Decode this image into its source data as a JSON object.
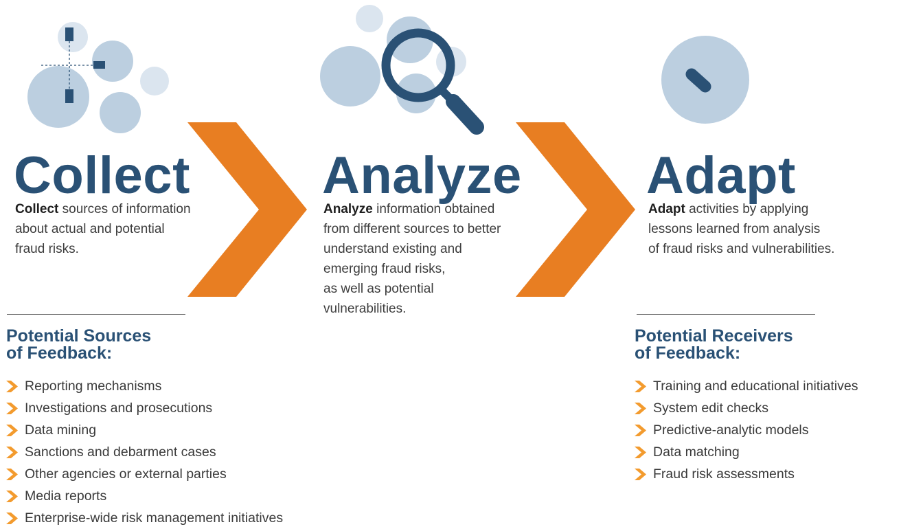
{
  "colors": {
    "navy": "#2a5175",
    "circle_mid": "#bccfe0",
    "circle_light": "#dbe5ef",
    "arrow_orange": "#e87e22",
    "bullet_orange": "#f39b2e"
  },
  "steps": [
    {
      "title": "Collect",
      "icon": "crosshair-icon",
      "lead": "Collect",
      "desc_lines": [
        "sources of information",
        "about actual and potential",
        "fraud risks."
      ]
    },
    {
      "title": "Analyze",
      "icon": "magnifier-icon",
      "lead": "Analyze",
      "desc_lines": [
        "information obtained",
        "from different sources to better",
        "understand existing and",
        "emerging fraud risks,",
        "as well as potential",
        "vulnerabilities."
      ]
    },
    {
      "title": "Adapt",
      "icon": "dial-icon",
      "lead": "Adapt",
      "desc_lines": [
        "activities by applying",
        "lessons learned from analysis",
        "of fraud risks and vulnerabilities."
      ]
    }
  ],
  "sources": {
    "heading_line1": "Potential Sources",
    "heading_line2": "of Feedback:",
    "items": [
      "Reporting mechanisms",
      "Investigations and prosecutions",
      "Data mining",
      "Sanctions and debarment cases",
      "Other agencies or external parties",
      "Media reports",
      "Enterprise-wide risk management initiatives"
    ]
  },
  "receivers": {
    "heading_line1": "Potential Receivers",
    "heading_line2": "of Feedback:",
    "items": [
      "Training and educational initiatives",
      "System edit checks",
      "Predictive-analytic models",
      "Data matching",
      "Fraud risk assessments"
    ]
  }
}
